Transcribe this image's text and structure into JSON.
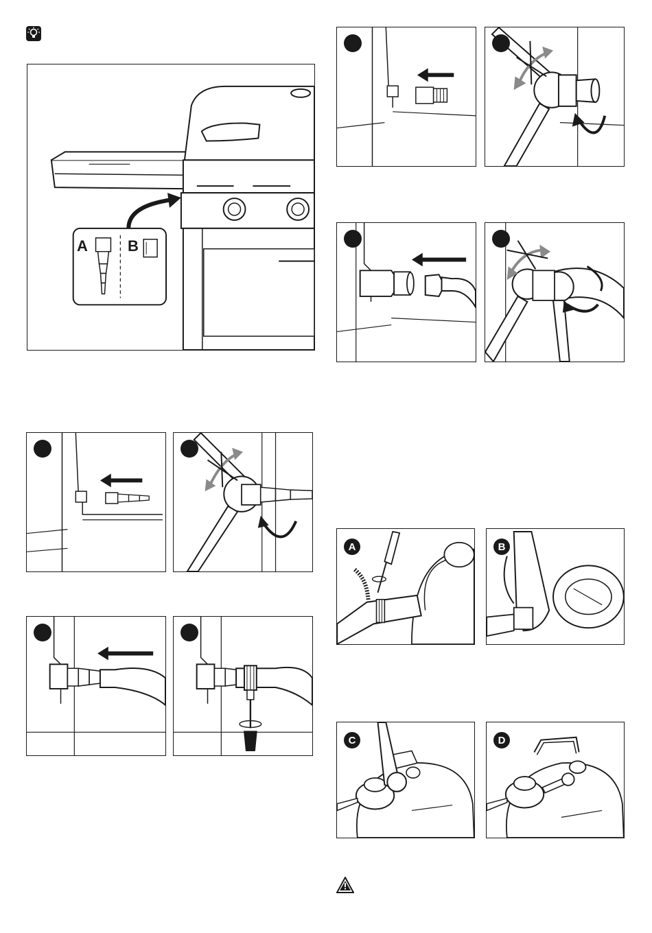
{
  "icons": {
    "tip": "lightbulb-icon",
    "warning": "warning-triangle-icon"
  },
  "overview": {
    "option_a_label": "A",
    "option_b_label": "B"
  },
  "regulator_steps": {
    "a_label": "A",
    "b_label": "B",
    "c_label": "C",
    "d_label": "D"
  }
}
